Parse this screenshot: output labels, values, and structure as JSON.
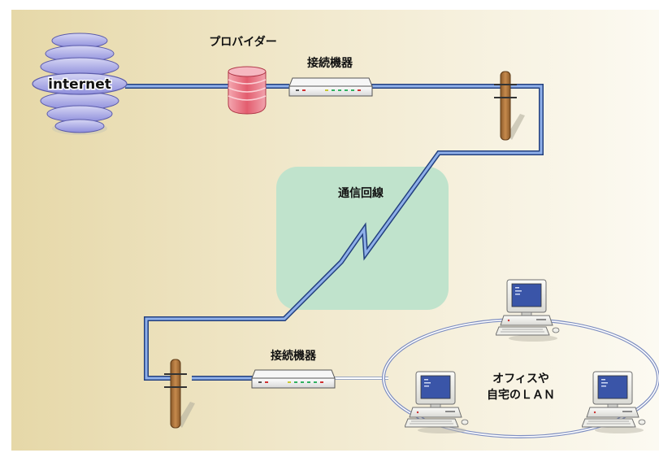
{
  "labels": {
    "internet": "internet",
    "provider": "プロバイダー",
    "device_top": "接続機器",
    "device_bottom": "接続機器",
    "line": "通信回線",
    "lan_line1": "オフィスや",
    "lan_line2": "自宅のＬＡＮ"
  },
  "colors": {
    "background_left": "#e8dbb0",
    "background_right": "#fbf8ee",
    "cable_blue": "#4f79c8",
    "line_zone": "#c0e3cc",
    "provider_red": "#e66b7a",
    "globe_purple": "#a9a9e6",
    "pole_brown": "#b07840",
    "monitor_screen": "#3a55a8"
  },
  "icons": [
    "globe-icon",
    "server-stack-icon",
    "modem-icon",
    "utility-pole-icon",
    "desktop-computer-icon"
  ]
}
